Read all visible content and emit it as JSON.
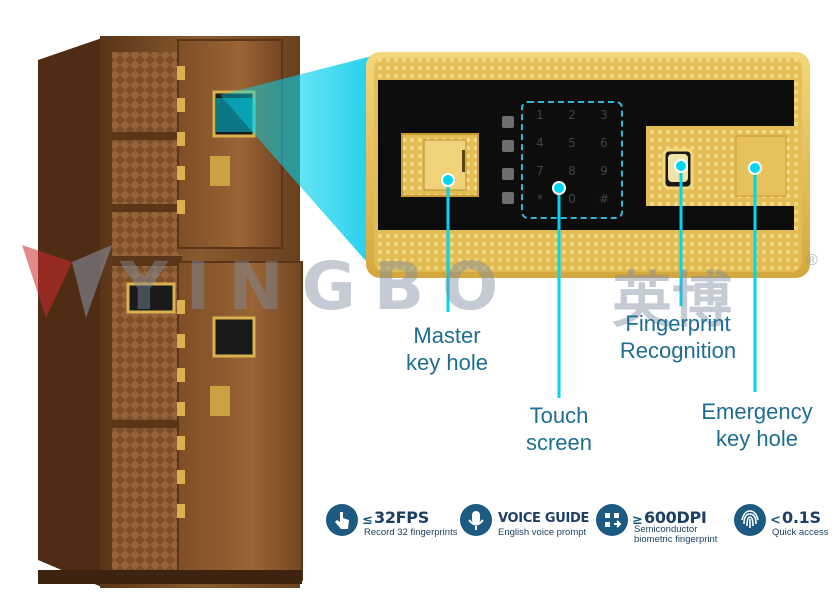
{
  "watermark": {
    "latin": "YINGBO",
    "chinese": "英博",
    "registered_mark": "®"
  },
  "callouts": {
    "master_key_hole": [
      "Master",
      "key hole"
    ],
    "touch_screen": [
      "Touch",
      "screen"
    ],
    "fingerprint": [
      "Fingerprint",
      "Recognition"
    ],
    "emergency_key_hole": [
      "Emergency",
      "key hole"
    ]
  },
  "keypad": {
    "keys": [
      "1",
      "2",
      "3",
      "4",
      "5",
      "6",
      "7",
      "8",
      "9",
      "*",
      "0",
      "#"
    ]
  },
  "features": [
    {
      "icon": "touch-finger-icon",
      "prefix": "≤",
      "headline": "32FPS",
      "caption": [
        "Record 32 fingerprints"
      ]
    },
    {
      "icon": "microphone-icon",
      "prefix": "",
      "headline": "VOICE GUIDE",
      "caption": [
        "English voice prompt"
      ]
    },
    {
      "icon": "semiconductor-icon",
      "prefix": "≥",
      "headline": "600DPI",
      "caption": [
        "Semiconductor",
        "biometric fingerprint"
      ]
    },
    {
      "icon": "fingerprint-icon",
      "prefix": "<",
      "headline": "0.1S",
      "caption": [
        "Quick access"
      ]
    }
  ],
  "colors": {
    "safe_body": "#7a4a25",
    "gold": "#e6c25a",
    "panel_black": "#0d0d0d",
    "callout_cyan": "#00d6ef",
    "callout_text": "#1e6d93",
    "feature_navy": "#1d3f63"
  }
}
